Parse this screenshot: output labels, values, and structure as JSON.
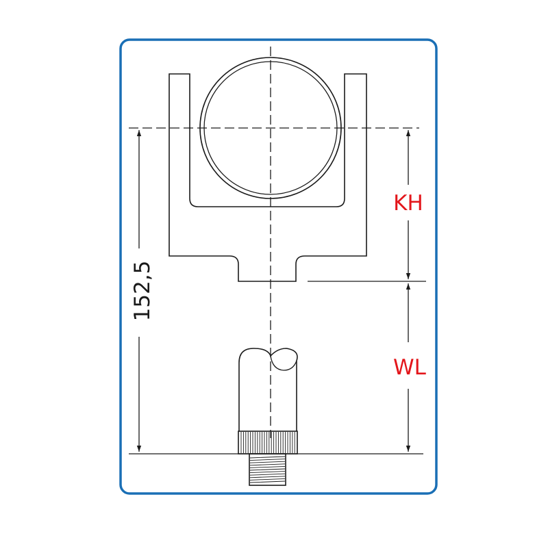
{
  "dimensions": {
    "overall": "152,5",
    "upper_label": "KH",
    "lower_label": "WL"
  },
  "colors": {
    "frame_border": "#1a6fb5",
    "label_accent": "#e3161b",
    "line": "#1a1a1a",
    "background": "#ffffff"
  }
}
